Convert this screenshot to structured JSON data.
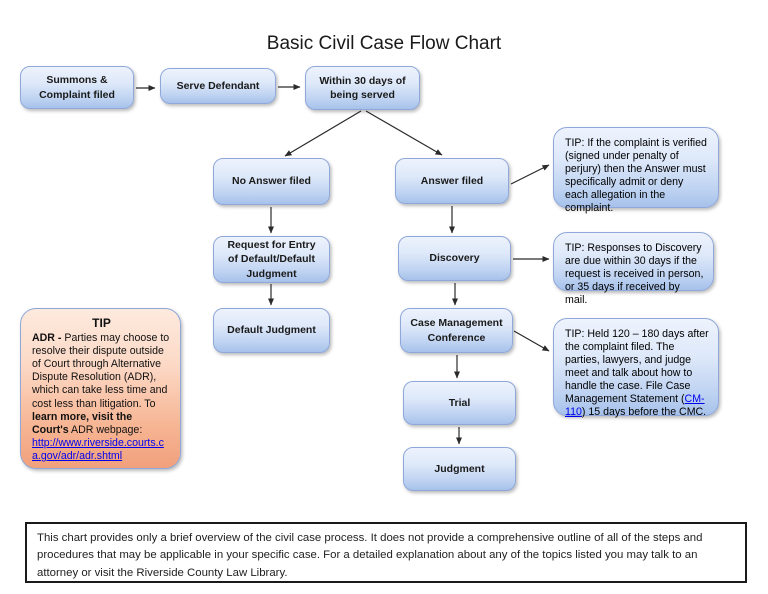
{
  "title": "Basic Civil Case Flow Chart",
  "flowchart": {
    "nodes": {
      "summons": {
        "label": "Summons & Complaint filed"
      },
      "serve": {
        "label": "Serve Defendant"
      },
      "within30": {
        "label": "Within 30 days of being served"
      },
      "no_answer": {
        "label": "No Answer filed"
      },
      "answer": {
        "label": "Answer filed"
      },
      "request_default": {
        "label": "Request for Entry of Default/Default Judgment"
      },
      "discovery": {
        "label": "Discovery"
      },
      "default_judgment": {
        "label": "Default Judgment"
      },
      "cmc": {
        "label": "Case Management Conference"
      },
      "trial": {
        "label": "Trial"
      },
      "judgment": {
        "label": "Judgment"
      }
    },
    "tips": {
      "tip_answer": {
        "text": "TIP:  If the complaint is verified (signed under penalty of perjury) then the Answer must specifically admit or deny each allegation in the complaint."
      },
      "tip_discovery": {
        "text": "TIP: Responses to Discovery are due within 30 days if the request is received in person, or 35 days if received by mail."
      },
      "tip_cmc": {
        "text_before": "TIP: Held 120 – 180 days after the complaint filed.  The parties, lawyers, and judge meet and talk about how to handle the case. File Case Management Statement (",
        "link_label": "CM-110",
        "text_after": ") 15 days before the CMC."
      }
    },
    "adr_tip": {
      "heading": "TIP",
      "bold_lead": "ADR -",
      "body": " Parties may choose to resolve their dispute outside of Court through Alternative Dispute Resolution (ADR), which can take less time and cost less than litigation. To ",
      "bold_mid": "learn more, visit the Court's",
      "body_end": " ADR webpage:",
      "link_label": "http://www.riverside.courts.ca.gov/adr/adr.shtml"
    }
  },
  "footer": {
    "text": "This chart provides only a brief overview of the civil case process.  It does not provide a comprehensive outline of all of the steps and procedures that may be applicable in your specific case.  For a detailed explanation about any of the topics listed you may talk to an attorney or visit the Riverside County Law Library."
  },
  "colors": {
    "node_fill_top": "#eef3fd",
    "node_fill_bottom": "#a6c1ea",
    "node_border": "#8fa8d9",
    "pink_fill_top": "#fdeade",
    "pink_fill_bottom": "#f1a07c",
    "link": "#0000ee",
    "arrow": "#2b2b2b"
  }
}
